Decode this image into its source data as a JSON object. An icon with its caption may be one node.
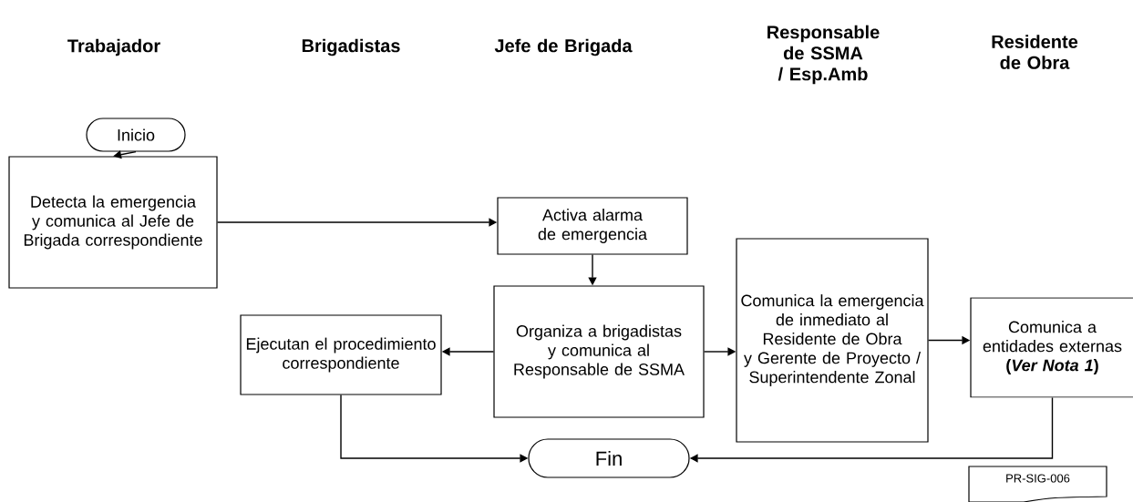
{
  "diagram": {
    "nodes": [
      {
        "text": [
          "Inicio"
        ]
      },
      {
        "text": [
          "Detecta la emergencia y comunica al Jefe de Brigada correspondiente"
        ]
      },
      {
        "text": [
          "Activa alarma de emergencia"
        ]
      },
      {
        "text": [
          "Organiza a brigadistas y comunica al Responsable de SSMA"
        ]
      },
      {
        "text": [
          "Ejecutan el procedimiento correspondiente"
        ]
      },
      {
        "text": [
          "Comunica la emergencia de inmediato al Residente de Obra y Gerente de Proyecto / Superintendente Zonal"
        ]
      },
      {
        "text": [
          "Comunica a entidades externas **(*Ver Nota 1*)**"
        ]
      },
      {
        "text": [
          "Fin"
        ]
      },
      {
        "text": [
          "PR-SIG-006"
        ]
      }
    ],
    "edges": [
      {
        "from": 0,
        "to": 1,
        "arrow": "to"
      },
      {
        "from": 1,
        "to": 2,
        "arrow": "to"
      },
      {
        "from": 2,
        "to": 3,
        "arrow": "to"
      },
      {
        "from": 3,
        "to": 4,
        "arrow": "to"
      },
      {
        "from": 3,
        "to": 5,
        "arrow": "to"
      },
      {
        "from": 5,
        "to": 6,
        "arrow": "to"
      },
      {
        "from": 4,
        "to": 7,
        "arrow": "to"
      },
      {
        "from": 6,
        "to": 7,
        "arrow": "to"
      }
    ],
    "labels": [
      "Trabajador",
      "Brigadistas",
      "Jefe de Brigada",
      "Responsable de SSMA / Esp.Amb",
      "Residente de Obra"
    ]
  }
}
